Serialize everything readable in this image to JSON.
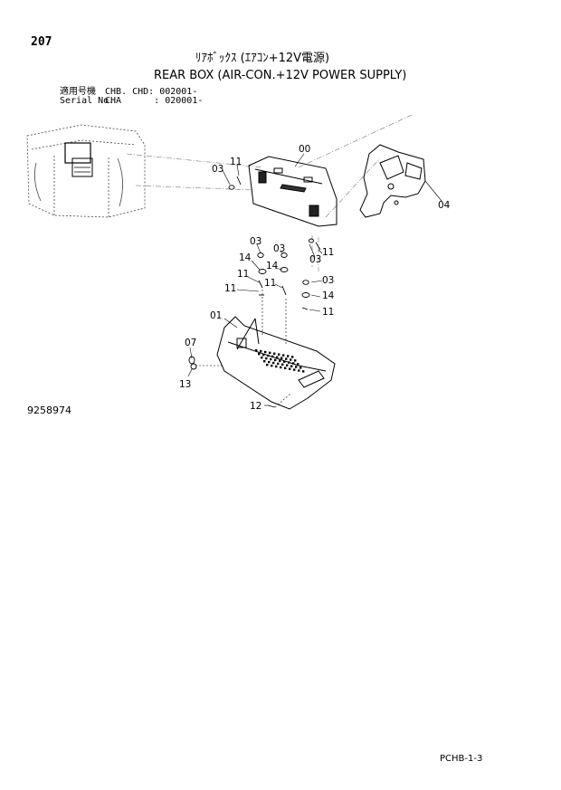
{
  "header": {
    "page_number": "207",
    "title_jp": "ﾘｱﾎﾞｯｸｽ (ｴｱｺﾝ+12V電源)",
    "title_en": "REAR BOX (AIR-CON.+12V POWER SUPPLY)",
    "applicability": [
      {
        "label": "適用号機",
        "value": "CHB. CHD: 002001-"
      },
      {
        "label": "Serial No.",
        "value": "CHA      : 020001-"
      }
    ]
  },
  "diagram": {
    "part_labels": {
      "p00": "00",
      "p01": "01",
      "p03_a": "03",
      "p03_b": "03",
      "p03_c": "03",
      "p03_d": "03",
      "p03_e": "03",
      "p04": "04",
      "p07": "07",
      "p11_a": "11",
      "p11_b": "11",
      "p11_c": "11",
      "p11_d": "11",
      "p11_e": "11",
      "p11_f": "11",
      "p12": "12",
      "p13": "13",
      "p14_a": "14",
      "p14_b": "14",
      "p14_c": "14"
    }
  },
  "footer": {
    "drawing_number": "9258974",
    "page_code": "PCHB-1-3"
  }
}
